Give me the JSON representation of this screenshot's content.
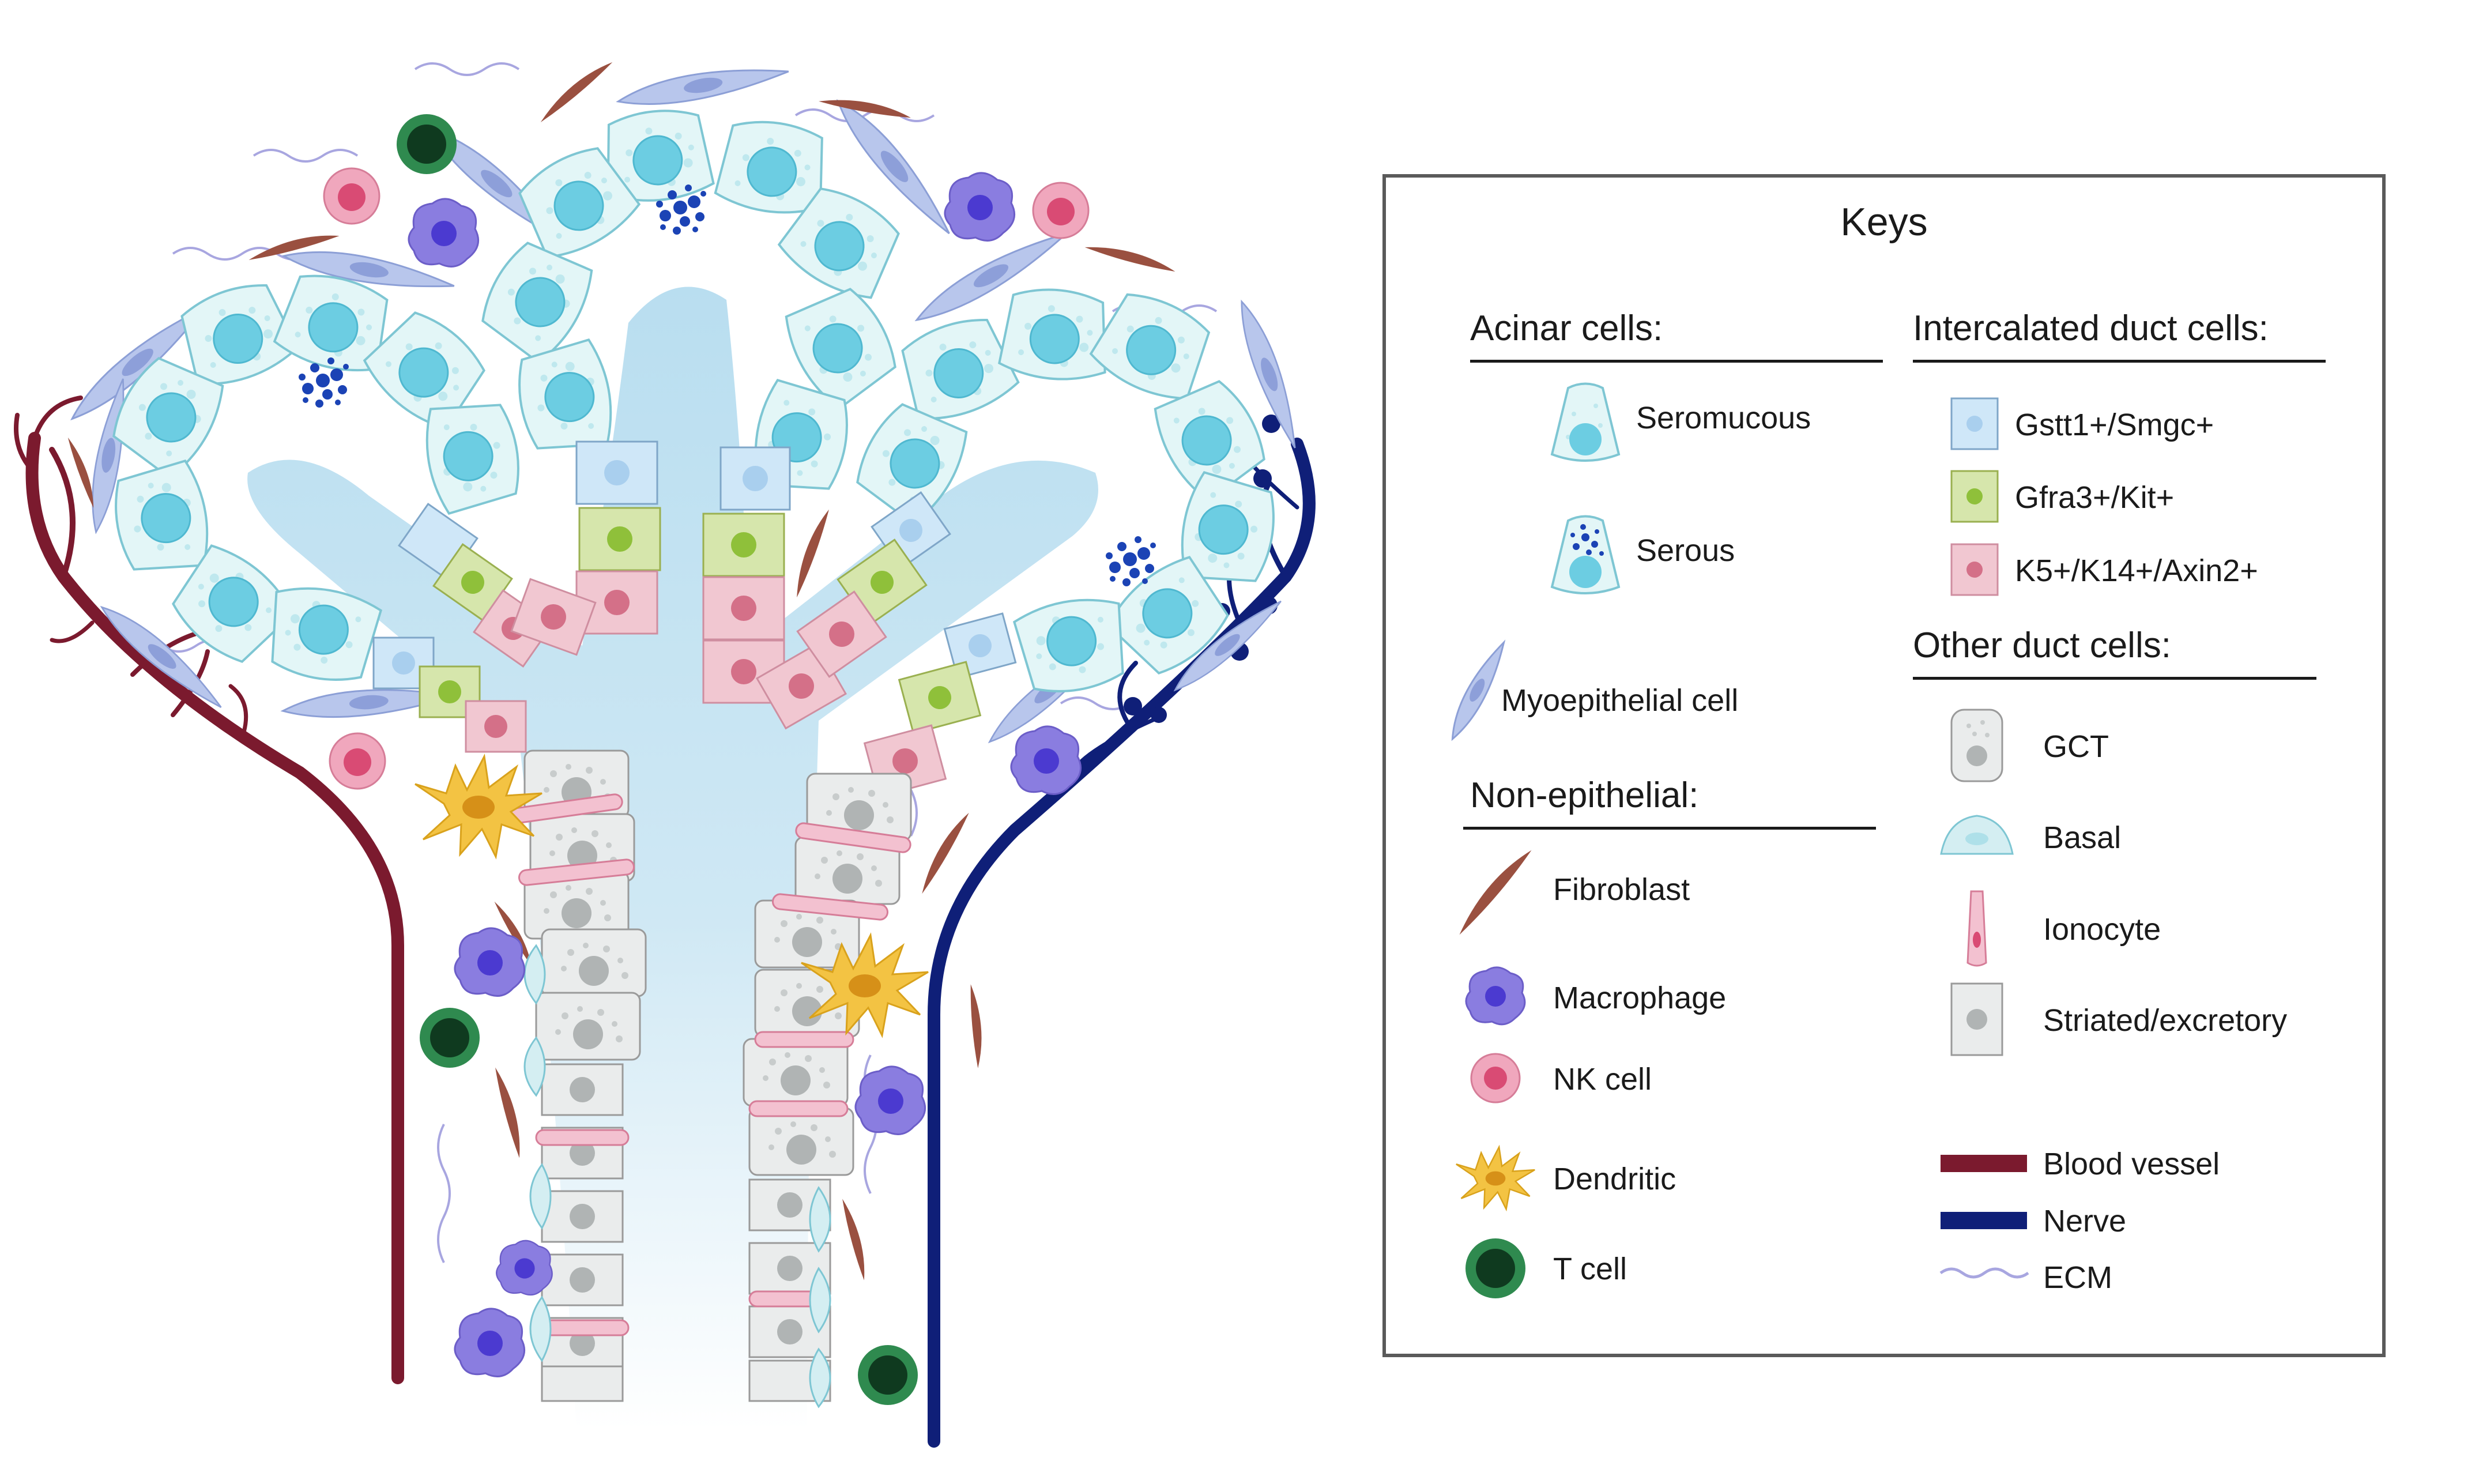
{
  "keys": {
    "title": "Keys",
    "acinar": {
      "heading": "Acinar cells:",
      "items": [
        "Seromucous",
        "Serous"
      ]
    },
    "myoepithelial": "Myoepithelial cell",
    "non_epithelial": {
      "heading": "Non-epithelial:",
      "items": [
        "Fibroblast",
        "Macrophage",
        "NK cell",
        "Dendritic",
        "T cell"
      ]
    },
    "intercalated": {
      "heading": "Intercalated duct cells:",
      "items": [
        "Gstt1+/Smgc+",
        "Gfra3+/Kit+",
        "K5+/K14+/Axin2+"
      ]
    },
    "other_duct": {
      "heading": "Other duct cells:",
      "items": [
        "GCT",
        "Basal",
        "Ionocyte",
        "Striated/excretory"
      ]
    },
    "structures": [
      "Blood vessel",
      "Nerve",
      "ECM"
    ]
  },
  "colors": {
    "acinar_cell": "#e3f6f7",
    "acinar_nucleus": "#6ccde2",
    "acinar_border": "#7ec6d3",
    "serous_granule": "#1b43b5",
    "lumen": "#b9def0",
    "myoepithelial": "#b8c6ec",
    "gstt1": "#cfe7f8",
    "gfra3": "#d6e6ac",
    "k5": "#f1c7d1",
    "gct": "#eaecec",
    "basal": "#d4eef2",
    "ionocyte": "#f3c1d0",
    "fibroblast": "#9a5040",
    "macrophage": "#8a7de0",
    "nk_cell": "#f0a7bd",
    "dendritic": "#f3c343",
    "t_cell": "#1d6e3d",
    "blood_vessel": "#7b1a2e",
    "nerve": "#0f1f78",
    "ecm": "#a8a6e0"
  }
}
